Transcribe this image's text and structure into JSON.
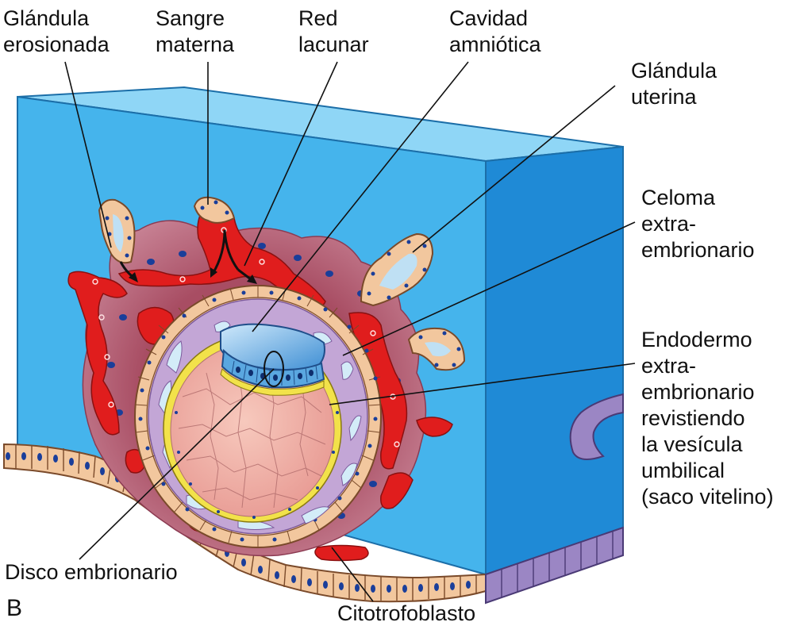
{
  "figure": {
    "panel_letter": "B",
    "labels": {
      "glandula_erosionada": [
        "Glándula",
        "erosionada"
      ],
      "sangre_materna": [
        "Sangre",
        "materna"
      ],
      "red_lacunar": [
        "Red",
        "lacunar"
      ],
      "cavidad_amniotica": [
        "Cavidad",
        "amniótica"
      ],
      "glandula_uterina": [
        "Glándula",
        "uterina"
      ],
      "celoma": [
        "Celoma",
        "extra-",
        "embrionario"
      ],
      "endodermo": [
        "Endodermo",
        "extra-",
        "embrionario",
        "revistiendo",
        "la vesícula",
        "umbilical",
        "(saco vitelino)"
      ],
      "disco_embrionario": [
        "Disco embrionario"
      ],
      "citotrofoblasto": [
        "Citotrofoblasto"
      ]
    }
  },
  "colors": {
    "block_face": "#45b4ec",
    "block_top": "#8fd6f6",
    "block_side": "#1f8ad6",
    "syncytio": "#a84d63",
    "syncytio_light": "#c77b8b",
    "lacunae": "#e01d1d",
    "cells": "#f2c79e",
    "cell_border": "#7a4a2a",
    "nuclei": "#1a3e9a",
    "endoderm": "#f2e24a",
    "yolk_sac": "#f0b2a6",
    "amnion_blue": "#5aa7e0",
    "purple_layer": "#c3a6d6",
    "basal_cells": "#9b86c4"
  }
}
